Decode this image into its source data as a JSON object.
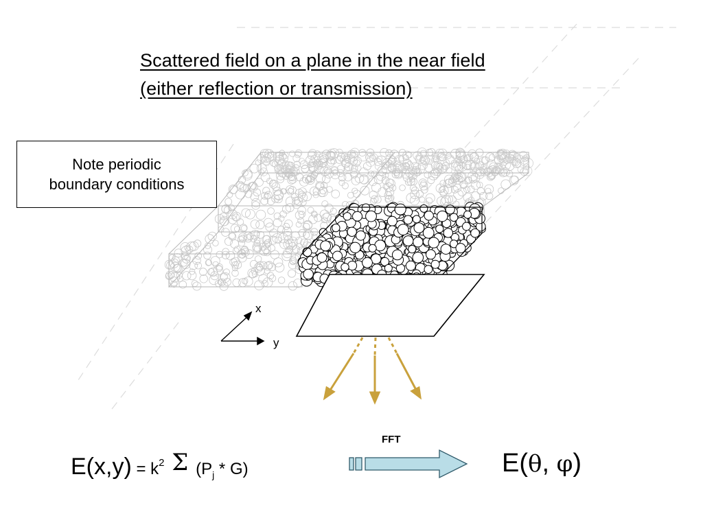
{
  "title": {
    "line1": "Scattered field on a plane in the near field",
    "line2": "(either reflection or transmission)"
  },
  "note": {
    "line1": "Note periodic",
    "line2": "boundary conditions"
  },
  "axes": {
    "x": "x",
    "y": "y"
  },
  "transform_label": "FFT",
  "equation_left": {
    "lhs": "E(x,y)",
    "equals": " = k",
    "power": "2",
    "sum": " Σ ",
    "open": "(P",
    "index": "j",
    "rest": " * G)"
  },
  "equation_right": {
    "prefix": "E(",
    "theta": "θ",
    "sep": ", ",
    "phi": "φ",
    "suffix": ")"
  },
  "colors": {
    "arrow": "#c9a13c",
    "fft_arrow_fill": "#b9dde7",
    "fft_arrow_stroke": "#2f5a6a",
    "ghost_lines": "#d8d8d8"
  }
}
